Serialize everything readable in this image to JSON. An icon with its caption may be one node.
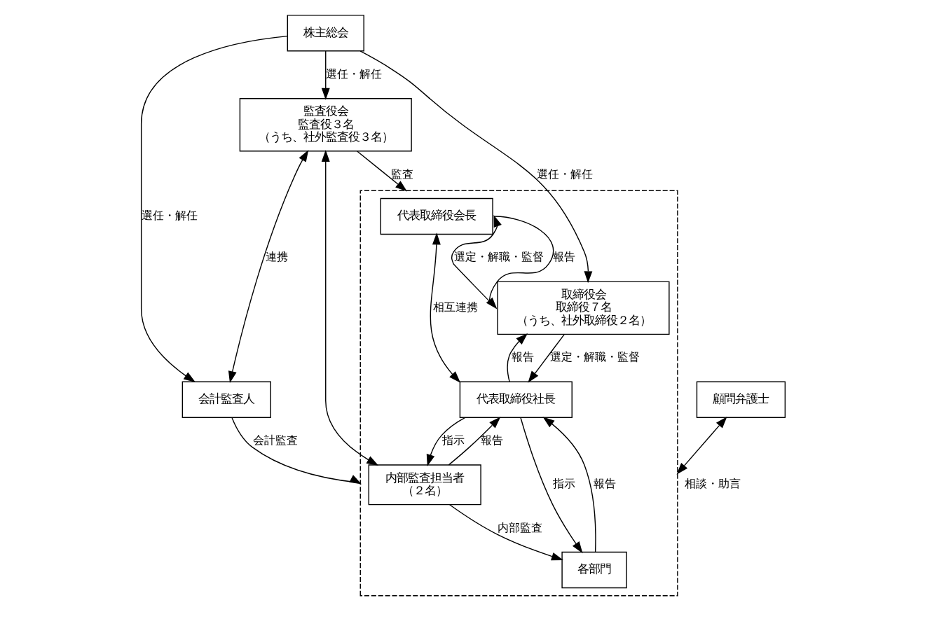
{
  "diagram": {
    "nodes": [
      {
        "text": [
          "株主総会"
        ]
      },
      {
        "text": [
          "監査役会",
          "監査役３名",
          "（うち、社外監査役３名）"
        ]
      },
      {
        "text": [],
        "shape": "box"
      },
      {
        "text": [
          "代表取締役会長"
        ],
        "in": 2
      },
      {
        "text": [
          "取締役会",
          "取締役７名",
          "（うち、社外取締役２名）"
        ],
        "in": 2
      },
      {
        "text": [
          "内部監査担当者",
          "（２名）"
        ],
        "in": 2
      },
      {
        "text": [
          "代表取締役社長"
        ],
        "in": 2
      },
      {
        "text": [
          "各部門"
        ],
        "in": 2
      },
      {
        "text": [
          "会計監査人"
        ]
      },
      {
        "text": [
          "顧問弁護士"
        ]
      }
    ],
    "edges": [
      {
        "from": 0,
        "to": 1,
        "arrow": "to",
        "label": "選任・解任"
      },
      {
        "from": 0,
        "to": 4,
        "arrow": "to",
        "label": "選任・解任"
      },
      {
        "from": 0,
        "to": 8,
        "arrow": "to",
        "label": "選任・解任"
      },
      {
        "from": 1,
        "to": 2,
        "arrow": "to",
        "label": "監査"
      },
      {
        "from": 1,
        "to": 8,
        "arrow": "both",
        "label": "連携"
      },
      {
        "from": 1,
        "to": 5,
        "arrow": "both"
      },
      {
        "from": 4,
        "to": 3,
        "arrow": "to",
        "label": "選定・解職・監督"
      },
      {
        "from": 3,
        "to": 4,
        "arrow": "to",
        "label": "報告"
      },
      {
        "from": 3,
        "to": 6,
        "arrow": "both",
        "label": "相互連携"
      },
      {
        "from": 4,
        "to": 6,
        "arrow": "to",
        "label": "選定・解職・監督"
      },
      {
        "from": 6,
        "to": 4,
        "arrow": "to",
        "label": "報告"
      },
      {
        "from": 6,
        "to": 5,
        "arrow": "to",
        "label": "指示"
      },
      {
        "from": 5,
        "to": 6,
        "arrow": "to",
        "label": "報告"
      },
      {
        "from": 5,
        "to": 7,
        "arrow": "to",
        "label": "内部監査"
      },
      {
        "from": 7,
        "to": 6,
        "arrow": "to",
        "label": "報告"
      },
      {
        "from": 6,
        "to": 7,
        "arrow": "to",
        "label": "指示"
      },
      {
        "from": 8,
        "to": 2,
        "arrow": "to",
        "label": "会計監査"
      },
      {
        "from": 9,
        "to": 2,
        "arrow": "both",
        "label": "相談・助言"
      }
    ]
  }
}
